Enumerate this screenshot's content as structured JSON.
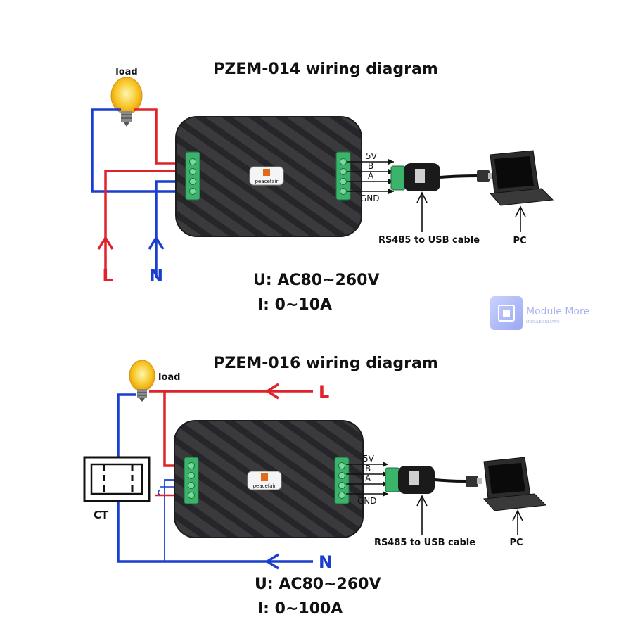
{
  "diagram1": {
    "title": "PZEM-014 wiring diagram",
    "load_label": "load",
    "L_label": "L",
    "N_label": "N",
    "pins": [
      "5V",
      "B",
      "A",
      "GND"
    ],
    "cable_label": "RS485 to USB cable",
    "pc_label": "PC",
    "voltage": "U: AC80~260V",
    "current": "I:  0~10A",
    "brand": "peacefair"
  },
  "diagram2": {
    "title": "PZEM-016 wiring diagram",
    "load_label": "load",
    "L_label": "L",
    "N_label": "N",
    "ct_label": "CT",
    "pins": [
      "5V",
      "B",
      "A",
      "GND"
    ],
    "cable_label": "RS485 to USB cable",
    "pc_label": "PC",
    "voltage": "U: AC80~260V",
    "current": "I:  0~100A",
    "brand": "peacefair"
  },
  "watermark": {
    "text": "Module More",
    "subtext": "MODULE CREATIVE",
    "color": "#a9b4ee"
  },
  "colors": {
    "live": "#e0222a",
    "neutral": "#1a3fcf",
    "terminal": "#3bb36a",
    "device": "#3a3a3c"
  }
}
